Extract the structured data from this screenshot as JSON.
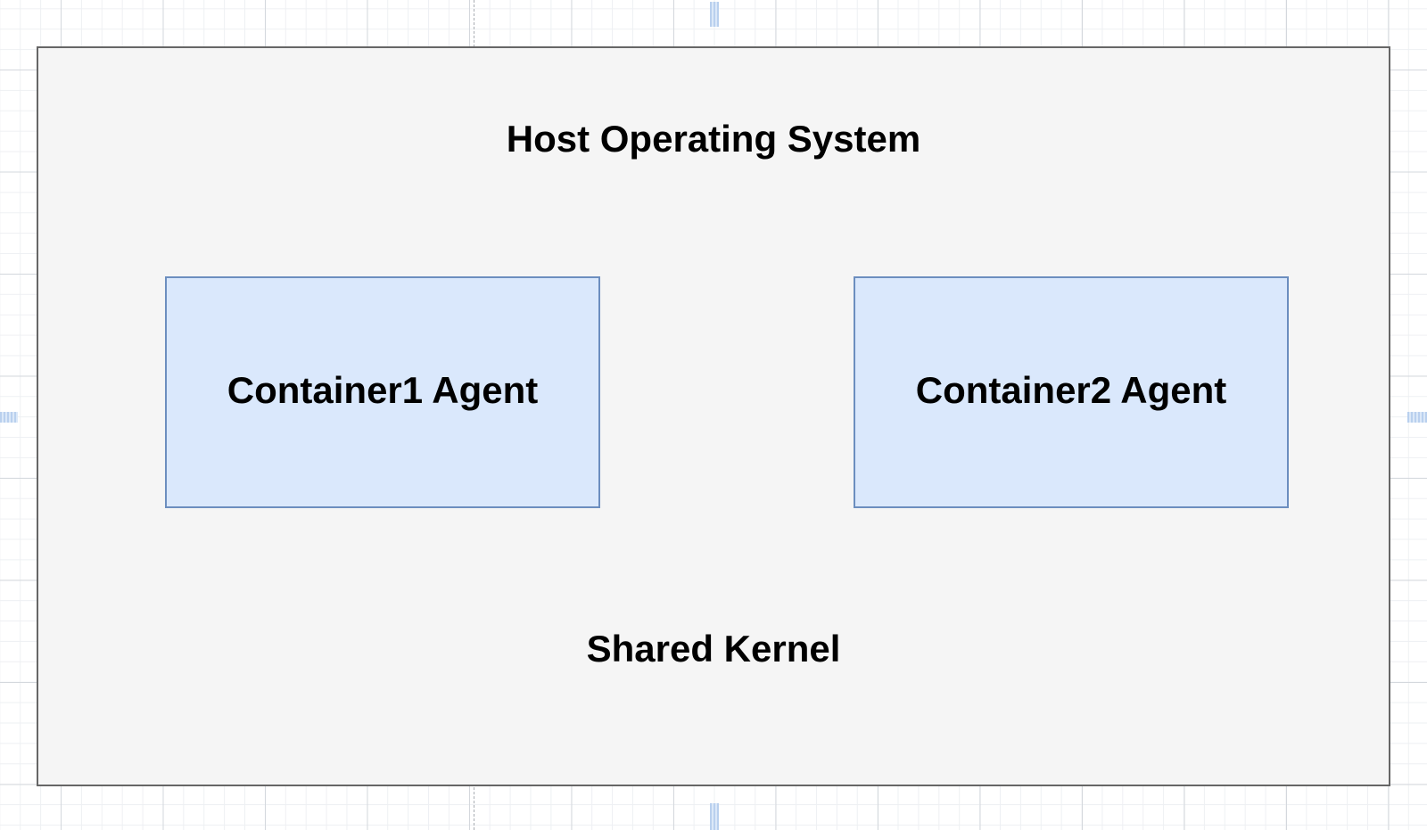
{
  "diagram": {
    "host": {
      "title": "Host Operating System",
      "footer": "Shared Kernel",
      "fill_color": "#f5f5f5",
      "stroke_color": "#666666"
    },
    "containers": [
      {
        "label": "Container1 Agent"
      },
      {
        "label": "Container2 Agent"
      }
    ],
    "container_style": {
      "fill_color": "#dae8fc",
      "stroke_color": "#6c8ebf"
    }
  }
}
